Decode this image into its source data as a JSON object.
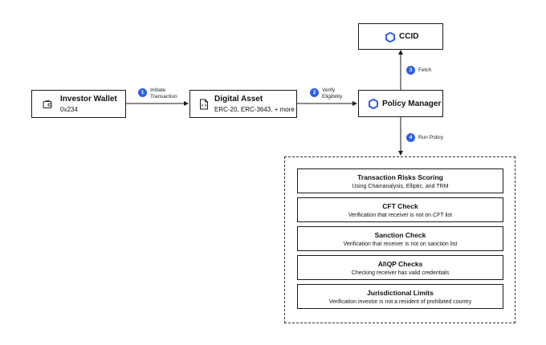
{
  "nodes": {
    "wallet": {
      "title": "Investor Wallet",
      "subtitle": "0x234",
      "icon": "wallet-icon"
    },
    "asset": {
      "title": "Digital Asset",
      "subtitle": "ERC-20, ERC-3643, + more",
      "icon": "document-code-icon"
    },
    "policy": {
      "title": "Policy Manager",
      "icon": "hexagon-icon"
    },
    "ccid": {
      "title": "CCID",
      "icon": "hexagon-icon"
    }
  },
  "edges": [
    {
      "step": "1",
      "label_line1": "Initiate",
      "label_line2": "Transaction"
    },
    {
      "step": "2",
      "label_line1": "Verify",
      "label_line2": "Eligibility"
    },
    {
      "step": "3",
      "label": "Fetch"
    },
    {
      "step": "4",
      "label": "Run Policy"
    }
  ],
  "checks": [
    {
      "title": "Transaction Risks Scoring",
      "description": "Using Chainanalysis, Elliptic, and TRM"
    },
    {
      "title": "CFT Check",
      "description": "Verification that receiver is not on CFT list"
    },
    {
      "title": "Sanction Check",
      "description": "Verification that receiver is not on sanction list"
    },
    {
      "title": "AI\\QP Checks",
      "description": "Checking receiver has valid credentials"
    },
    {
      "title": "Jurisdictional Limits",
      "description": "Verification investor is not a resident of prohibited country"
    }
  ],
  "colors": {
    "accent": "#2f5fe6",
    "border": "#1a1a1a",
    "text": "#111111"
  }
}
